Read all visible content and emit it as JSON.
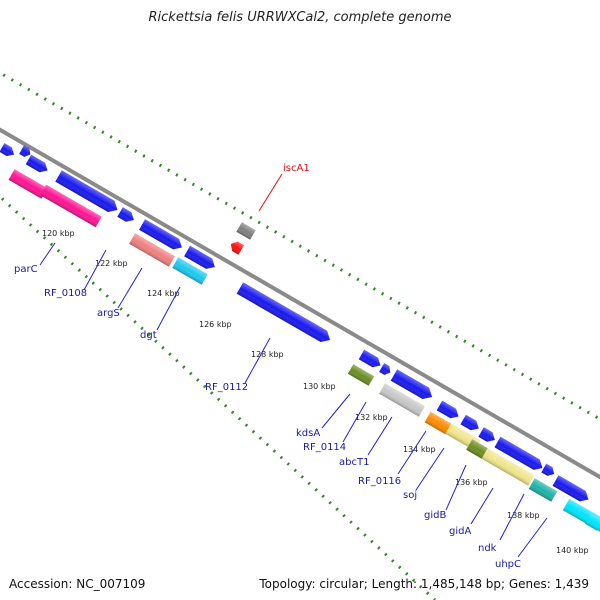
{
  "title": "Rickettsia felis URRWXCal2, complete genome",
  "footer": {
    "accession": "Accession: NC_007109",
    "topology": "Topology: circular; Length: 1,485,148 bp; Genes: 1,439"
  },
  "colors": {
    "backbone": "#8a8a8a",
    "tick_minor": "#2e8b22",
    "gene_default": "#1a1af0",
    "label_text": "#1a1aa0",
    "label_line": "#2222cc",
    "highlight": "#dd1111"
  },
  "ticks": [
    "120 kbp",
    "122 kbp",
    "124 kbp",
    "126 kbp",
    "128 kbp",
    "130 kbp",
    "132 kbp",
    "134 kbp",
    "136 kbp",
    "138 kbp",
    "140 kbp"
  ],
  "gene_labels": [
    {
      "name": "iscA1",
      "highlight": true
    },
    {
      "name": "parC"
    },
    {
      "name": "RF_0108"
    },
    {
      "name": "argS"
    },
    {
      "name": "dgt"
    },
    {
      "name": "RF_0112"
    },
    {
      "name": "kdsA"
    },
    {
      "name": "RF_0114"
    },
    {
      "name": "abcT1"
    },
    {
      "name": "RF_0116"
    },
    {
      "name": "soj"
    },
    {
      "name": "gidB"
    },
    {
      "name": "gidA"
    },
    {
      "name": "ndk"
    },
    {
      "name": "uhpC"
    }
  ]
}
